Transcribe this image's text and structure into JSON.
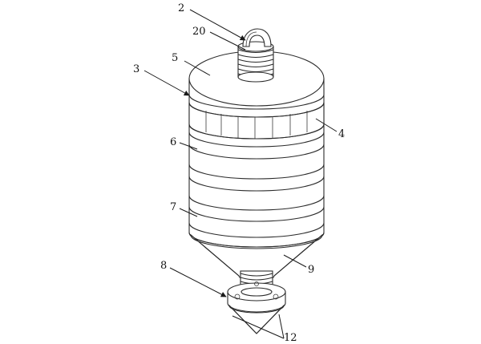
{
  "labels": {
    "l2": "2",
    "l20": "20",
    "l5": "5",
    "l3": "3",
    "l4": "4",
    "l6": "6",
    "l7": "7",
    "l9": "9",
    "l8": "8",
    "l12": "12"
  }
}
